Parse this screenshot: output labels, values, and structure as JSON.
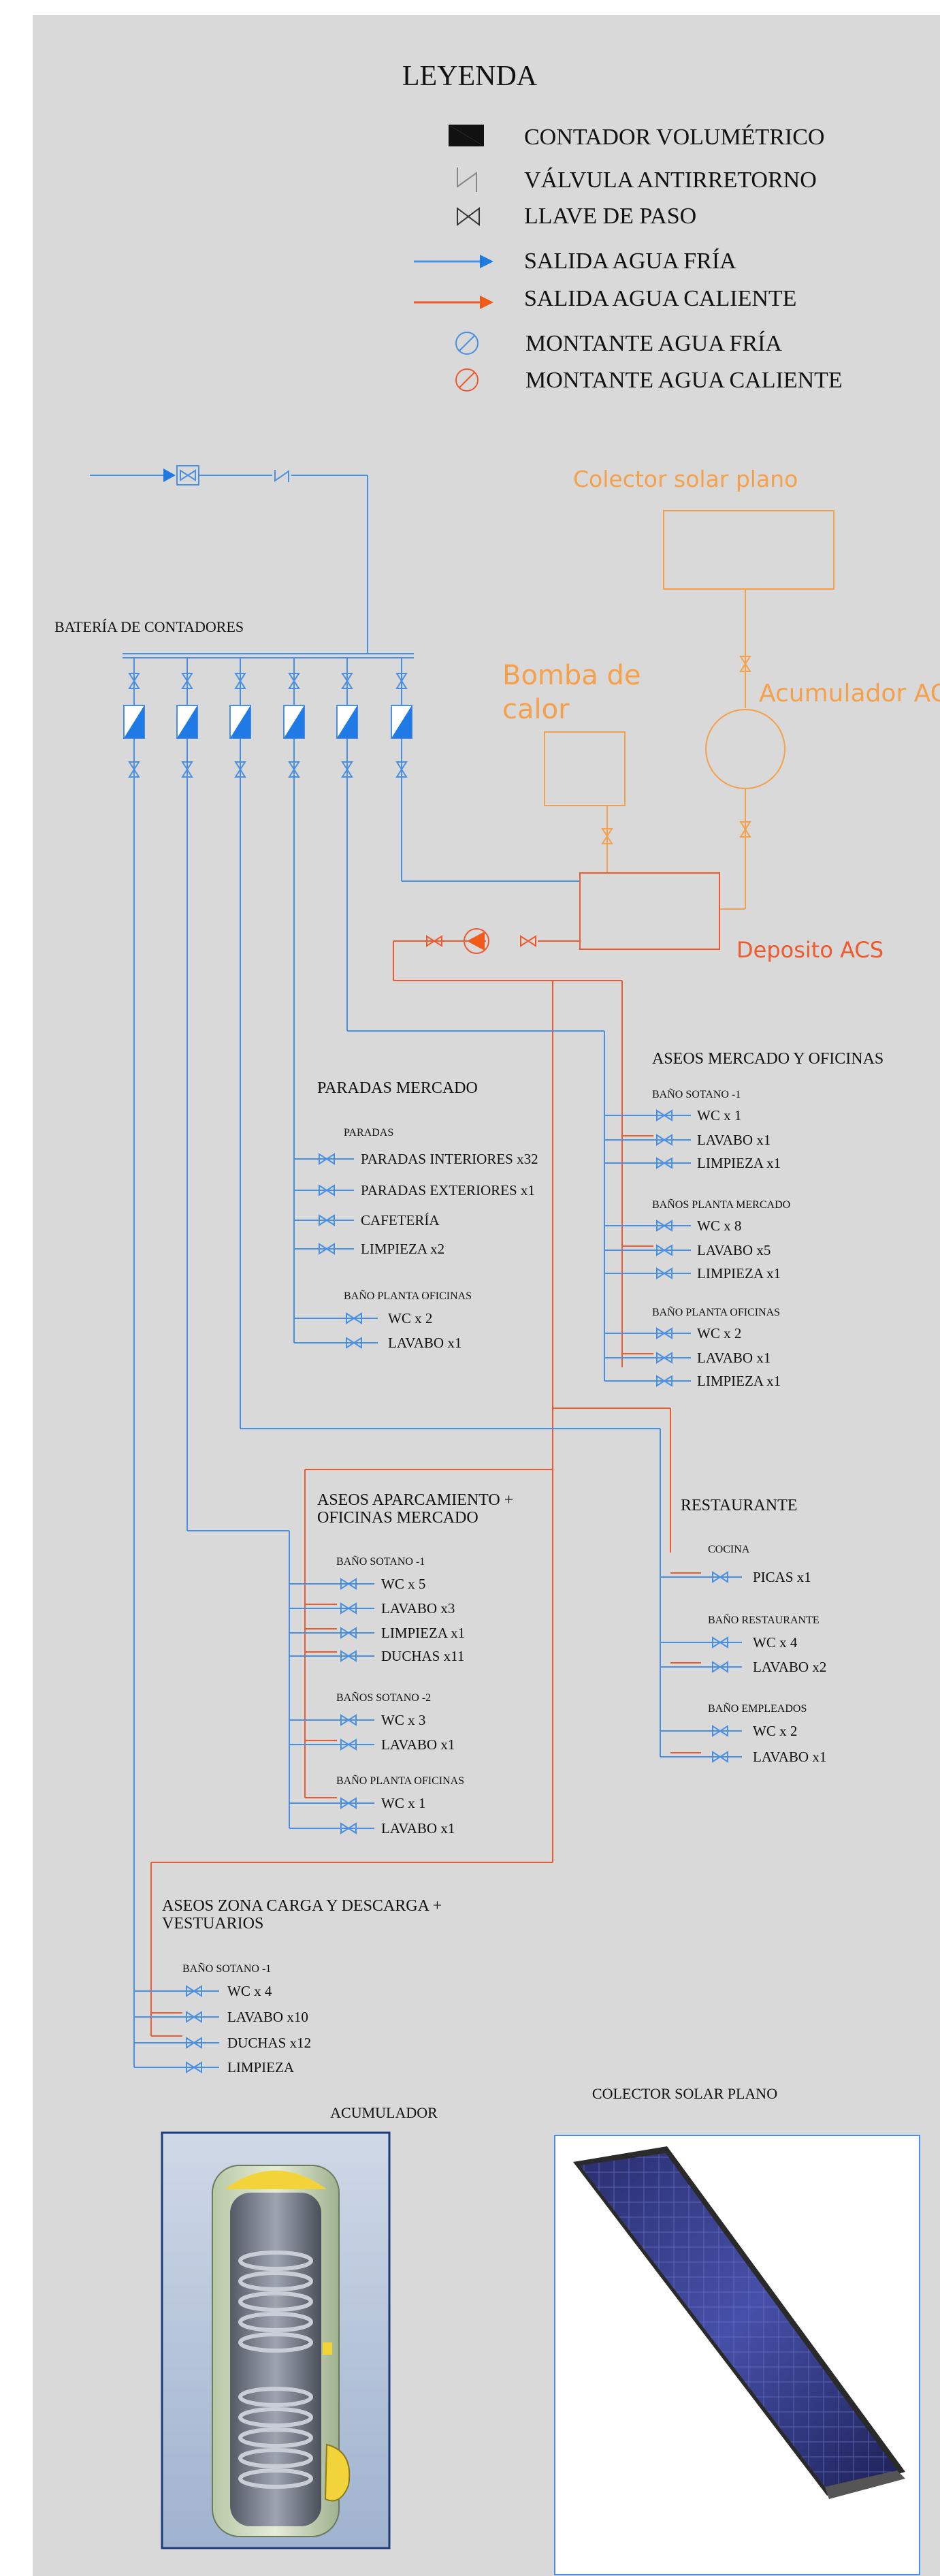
{
  "colors": {
    "background": "#d9d9d9",
    "cold": "#4a90e2",
    "cold_fill": "#1f7ae6",
    "hot": "#ee5a2e",
    "hot_fill": "#f05a1a",
    "orange": "#f5a04a",
    "text": "#111111"
  },
  "legend": {
    "title": "LEYENDA",
    "items": [
      {
        "icon": "volumetric-meter-icon",
        "label": "CONTADOR VOLUMÉTRICO"
      },
      {
        "icon": "check-valve-icon",
        "label": "VÁLVULA ANTIRRETORNO"
      },
      {
        "icon": "shutoff-valve-icon",
        "label": "LLAVE DE PASO"
      },
      {
        "icon": "cold-arrow-icon",
        "label": "SALIDA AGUA FRÍA"
      },
      {
        "icon": "hot-arrow-icon",
        "label": "SALIDA AGUA CALIENTE"
      },
      {
        "icon": "cold-riser-icon",
        "label": "MONTANTE AGUA FRÍA"
      },
      {
        "icon": "hot-riser-icon",
        "label": "MONTANTE AGUA CALIENTE"
      }
    ]
  },
  "meters": {
    "label": "BATERÍA DE CONTADORES"
  },
  "solar": {
    "collector": "Colector solar plano",
    "heat_pump": [
      "Bomba de",
      "calor"
    ],
    "accumulator": "Acumulador ACS",
    "tank": "Deposito ACS"
  },
  "paradas": {
    "title": "PARADAS MERCADO",
    "sub1": "PARADAS",
    "items1": [
      "PARADAS INTERIORES  x32",
      "PARADAS EXTERIORES  x1",
      "CAFETERÍA",
      "LIMPIEZA x2"
    ],
    "sub2": "BAÑO PLANTA OFICINAS",
    "items2": [
      "WC x 2",
      "LAVABO x1"
    ]
  },
  "aseos_mercado": {
    "title": "ASEOS MERCADO Y OFICINAS",
    "sub1": "BAÑO SOTANO -1",
    "items1": [
      "WC x 1",
      "LAVABO x1",
      "LIMPIEZA x1"
    ],
    "sub2": "BAÑOS PLANTA MERCADO",
    "items2": [
      "WC x 8",
      "LAVABO x5",
      "LIMPIEZA x1"
    ],
    "sub3": "BAÑO PLANTA OFICINAS",
    "items3": [
      "WC x 2",
      "LAVABO x1",
      "LIMPIEZA x1"
    ]
  },
  "aparcamiento": {
    "title": [
      "ASEOS APARCAMIENTO +",
      "OFICINAS MERCADO"
    ],
    "sub1": "BAÑO SOTANO -1",
    "items1": [
      "WC x 5",
      "LAVABO x3",
      "LIMPIEZA x1",
      "DUCHAS x11"
    ],
    "sub2": "BAÑOS SOTANO -2",
    "items2": [
      "WC x 3",
      "LAVABO x1"
    ],
    "sub3": "BAÑO PLANTA OFICINAS",
    "items3": [
      "WC x 1",
      "LAVABO x1"
    ]
  },
  "restaurante": {
    "title": "RESTAURANTE",
    "sub1": "COCINA",
    "items1": [
      "PICAS x1"
    ],
    "sub2": "BAÑO RESTAURANTE",
    "items2": [
      "WC x 4",
      "LAVABO x2"
    ],
    "sub3": "BAÑO EMPLEADOS",
    "items3": [
      "WC x 2",
      "LAVABO x1"
    ]
  },
  "carga": {
    "title": [
      "ASEOS ZONA CARGA Y DESCARGA +",
      "VESTUARIOS"
    ],
    "sub1": "BAÑO SOTANO -1",
    "items1": [
      "WC x 4",
      "LAVABO x10",
      "DUCHAS x12",
      "LIMPIEZA"
    ]
  },
  "photos": {
    "accumulator_caption": "ACUMULADOR",
    "collector_caption": "COLECTOR SOLAR PLANO"
  }
}
